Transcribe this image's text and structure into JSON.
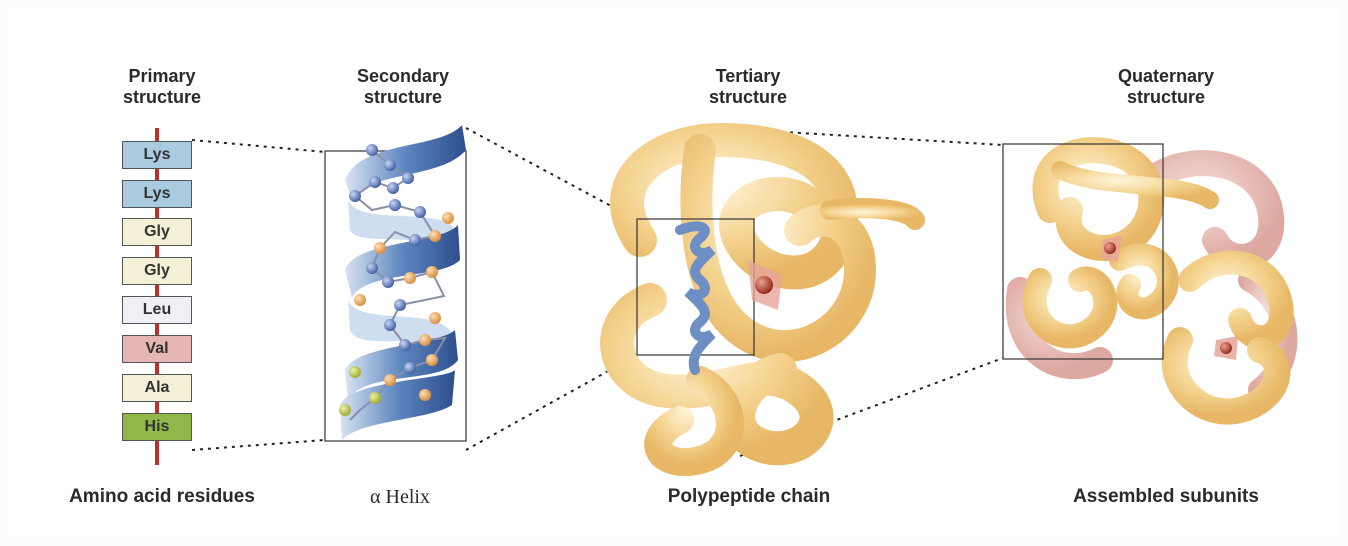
{
  "titles": {
    "primary": [
      "Primary",
      "structure"
    ],
    "secondary": [
      "Secondary",
      "structure"
    ],
    "tertiary": [
      "Tertiary",
      "structure"
    ],
    "quaternary": [
      "Quaternary",
      "structure"
    ]
  },
  "residues": [
    {
      "label": "Lys",
      "color": "#a9cbe0"
    },
    {
      "label": "Lys",
      "color": "#a9cbe0"
    },
    {
      "label": "Gly",
      "color": "#f3f0d6"
    },
    {
      "label": "Gly",
      "color": "#f3f0d6"
    },
    {
      "label": "Leu",
      "color": "#eef0f6"
    },
    {
      "label": "Val",
      "color": "#e6b6b2"
    },
    {
      "label": "Ala",
      "color": "#f3f0d6"
    },
    {
      "label": "His",
      "color": "#8fb848"
    }
  ],
  "captions": {
    "primary": "Amino acid residues",
    "secondary": "α Helix",
    "tertiary": "Polypeptide chain",
    "quaternary": "Assembled subunits"
  },
  "colors": {
    "backbone": "#c0302a",
    "helix": "#3f6aa8",
    "helix_light": "#c9daee",
    "tertiary_tube": "#f2cf86",
    "subunit_pink": "#e2a9a2",
    "heme": "#b03a2a"
  }
}
